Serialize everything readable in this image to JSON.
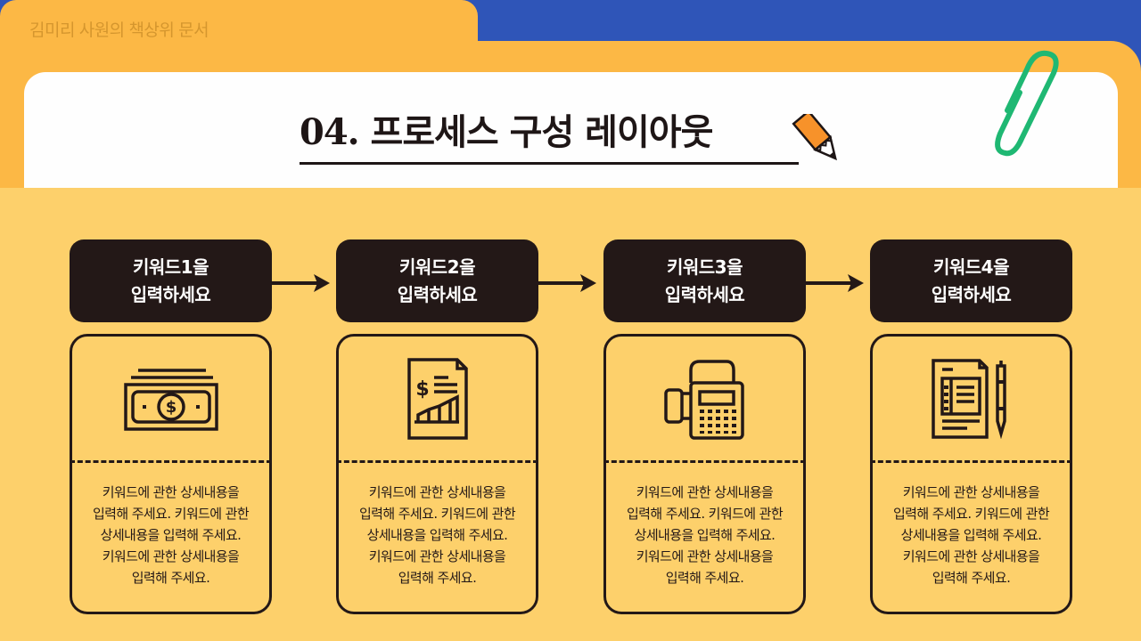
{
  "header": {
    "document_label": "김미리 사원의 책상위 문서",
    "title": "04. 프로세스 구성 레이아웃"
  },
  "colors": {
    "background_blue": "#2f55b8",
    "folder_orange": "#fcb845",
    "folder_front_yellow": "#fdd06b",
    "paper_white": "#fefefe",
    "dark_brown": "#231817",
    "paperclip_green": "#1fb873",
    "pencil_orange": "#f7922a"
  },
  "steps": [
    {
      "keyword_line1": "키워드1을",
      "keyword_line2": "입력하세요",
      "icon": "money-bill-icon",
      "description": "키워드에 관한 상세내용을 입력해 주세요. 키워드에 관한 상세내용을 입력해 주세요. 키워드에 관한 상세내용을 입력해 주세요."
    },
    {
      "keyword_line1": "키워드2을",
      "keyword_line2": "입력하세요",
      "icon": "financial-report-icon",
      "description": "키워드에 관한 상세내용을 입력해 주세요. 키워드에 관한 상세내용을 입력해 주세요. 키워드에 관한 상세내용을 입력해 주세요."
    },
    {
      "keyword_line1": "키워드3을",
      "keyword_line2": "입력하세요",
      "icon": "fax-machine-icon",
      "description": "키워드에 관한 상세내용을 입력해 주세요. 키워드에 관한 상세내용을 입력해 주세요. 키워드에 관한 상세내용을 입력해 주세요."
    },
    {
      "keyword_line1": "키워드4을",
      "keyword_line2": "입력하세요",
      "icon": "document-pen-icon",
      "description": "키워드에 관한 상세내용을 입력해 주세요. 키워드에 관한 상세내용을 입력해 주세요. 키워드에 관한 상세내용을 입력해 주세요."
    }
  ]
}
